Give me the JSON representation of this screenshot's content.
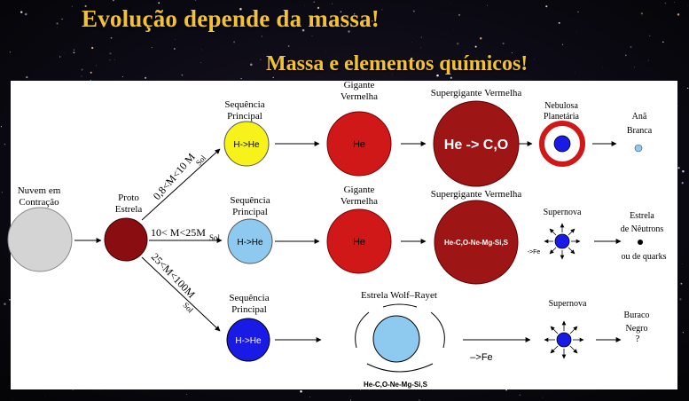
{
  "slide": {
    "title": "Evolução depende da massa!",
    "subtitle": "Massa e elementos químicos!"
  },
  "colors": {
    "title_gold": "#f2c230",
    "protostar": "#8a0d12",
    "red_giant": "#d01818",
    "supergiant": "#9e1515",
    "yellow_star": "#f7f21a",
    "light_blue_star": "#8ec9ef",
    "blue_star": "#1a1ae6",
    "cloud_gray": "#d4d4d4"
  },
  "diagram": {
    "cloud_label": [
      "Nuvem em",
      "Contração"
    ],
    "proto_label": [
      "Proto",
      "Estrela"
    ],
    "main_sequence_label": [
      "Sequência",
      "Principal"
    ],
    "red_giant_label": [
      "Gigante",
      "Vermelha"
    ],
    "red_supergiant_label": "Supergigante Vermelha",
    "wolf_rayet_label": "Estrela Wolf–Rayet",
    "planetary_nebula_label": [
      "Nebulosa",
      "Planetária"
    ],
    "white_dwarf_label": [
      "Anã",
      "Branca"
    ],
    "supernova_label": "Supernova",
    "neutron_star_label": [
      "Estrela",
      "de Nêutrons"
    ],
    "quark_star_label": "ou de quarks",
    "black_hole_label": [
      "Buraco",
      "Negro"
    ],
    "black_hole_question": "?",
    "branch_top_label": "0,8<M<10 M",
    "branch_mid_label": "10< M<25M",
    "branch_bot_label": "25<M<100M",
    "sol_sub": "Sol",
    "h_he": "H->He",
    "he": "He",
    "he_co": "He -> C,O",
    "he_onion_mid": "He-C,O-Ne-Mg-Si,S",
    "to_fe_small": "->Fe",
    "he_onion_wr": "He-C,O-Ne-Mg-Si,S",
    "to_fe": "–>Fe"
  }
}
